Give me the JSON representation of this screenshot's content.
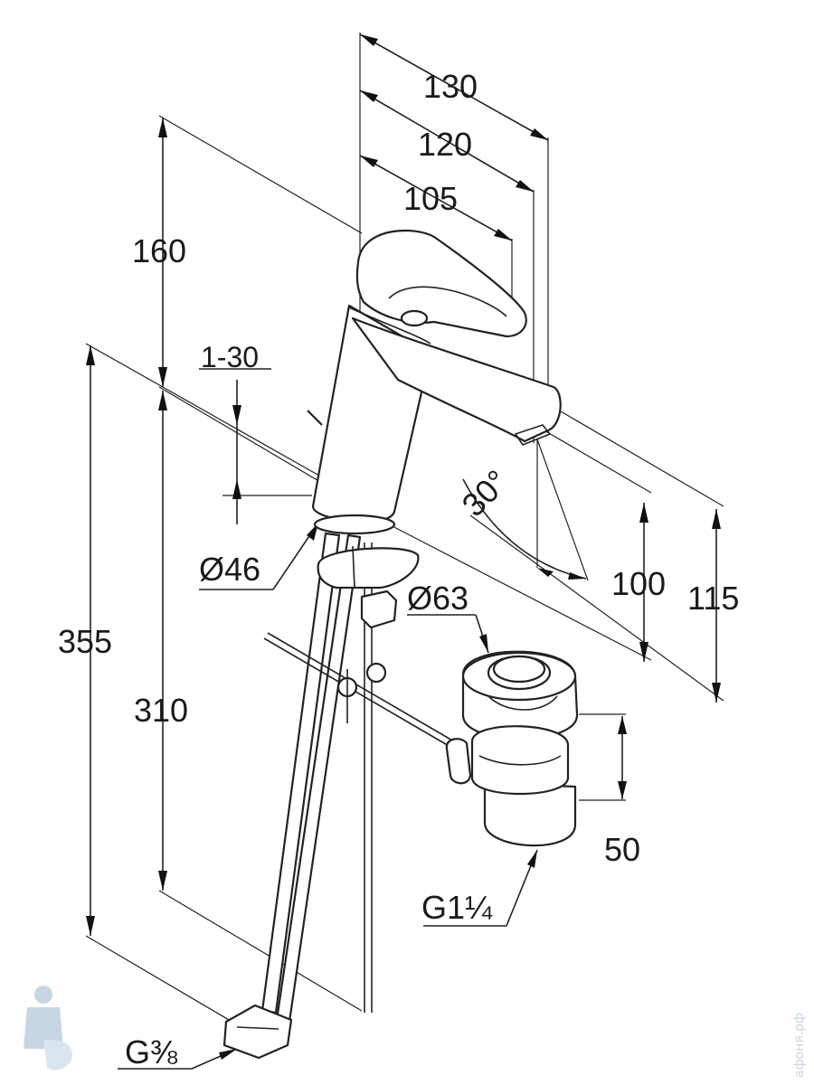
{
  "diagram": {
    "subject": "single-lever basin mixer with pop-up waste",
    "dimensions": {
      "width_overall": "130",
      "width_spout": "120",
      "width_lever": "105",
      "height_lever": "160",
      "deck_thickness": "1-30",
      "base_diameter": "Ø46",
      "spout_angle": "30°",
      "spout_height": "100",
      "spout_height_top": "115",
      "waste_diameter": "Ø63",
      "waste_body_height": "50",
      "hose_length_total": "355",
      "hose_length": "310",
      "waste_thread": "G1¼",
      "hose_thread": "G⅜"
    },
    "watermark": "афоня.рф",
    "colors": {
      "line": "#222222",
      "background": "#ffffff",
      "watermark": "#c8d6e4"
    }
  }
}
